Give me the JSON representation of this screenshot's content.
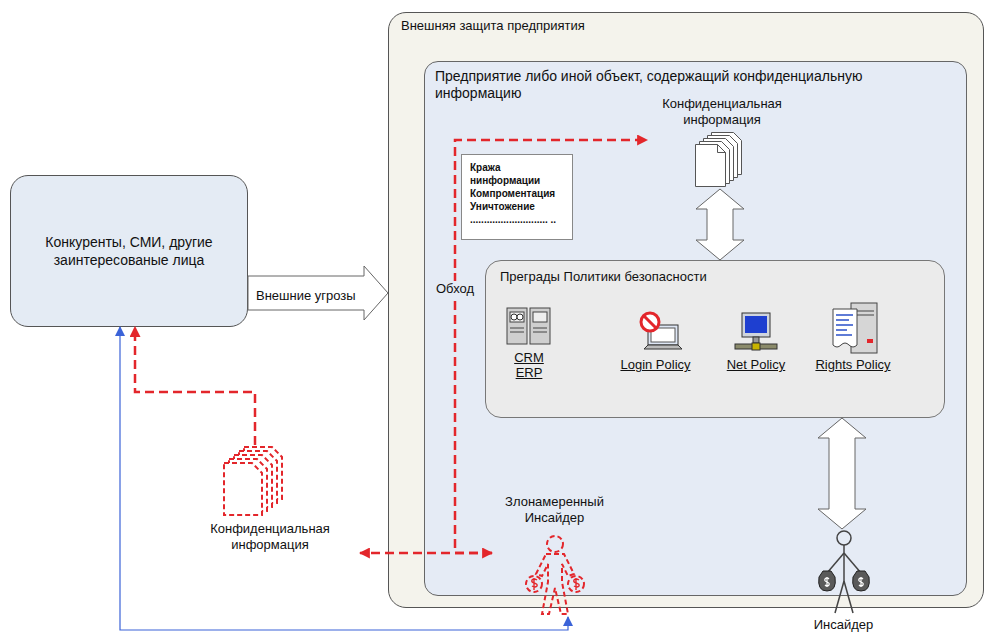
{
  "diagram": {
    "nodes": [
      {
        "text": [
          "Внешняя защита предприятия"
        ]
      },
      {
        "text": [
          "Предприятие либо иной объект, содержащий конфиденциальную информацию"
        ],
        "in": 0
      },
      {
        "text": [
          "Конфиденциальная информация"
        ],
        "in": 1
      },
      {
        "text": [
          "Кража нинформации",
          "Компроментация",
          "Уничтожение",
          "............................ .."
        ],
        "in": 1
      },
      {
        "text": [
          "Преграды Политики безопасности"
        ],
        "in": 1
      },
      {
        "text": [
          "CRM ERP"
        ],
        "in": 4
      },
      {
        "text": [
          "Login Policy"
        ],
        "in": 4
      },
      {
        "text": [
          "Net Policy"
        ],
        "in": 4
      },
      {
        "text": [
          "Rights Policy"
        ],
        "in": 4
      },
      {
        "text": [
          "Конкуренты, СМИ, другие заинтересованые лица"
        ]
      },
      {
        "text": [
          "Злонамеренный Инсайдер"
        ],
        "in": 1
      },
      {
        "text": [
          "Инсайдер"
        ],
        "in": 0
      },
      {
        "text": [
          "Конфиденциальная информация"
        ]
      }
    ],
    "edges": [
      {
        "from": 9,
        "to": 0,
        "label": "Внешние угрозы",
        "arrow": "to"
      },
      {
        "from": 2,
        "to": 4,
        "arrow": "both"
      },
      {
        "from": 4,
        "to": 11,
        "arrow": "both"
      },
      {
        "from": 10,
        "to": 2,
        "label": "Обход",
        "arrow": "to"
      },
      {
        "from": 10,
        "to": 12,
        "arrow": "both"
      },
      {
        "from": 12,
        "to": 9,
        "arrow": "to"
      },
      {
        "from": 10,
        "to": 9,
        "arrow": "both"
      }
    ]
  }
}
